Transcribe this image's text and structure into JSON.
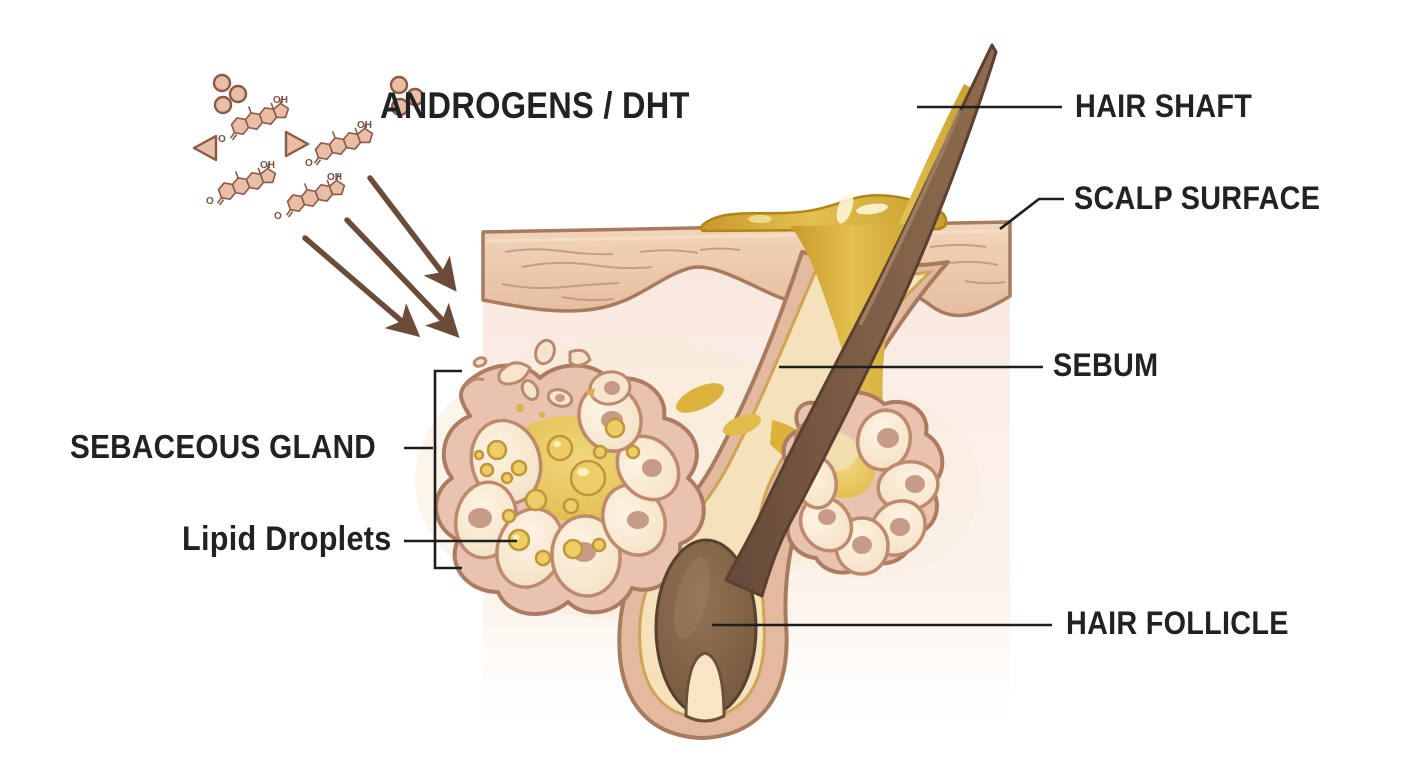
{
  "figure": {
    "type": "medical-illustration",
    "subject": "hair follicle and sebaceous gland cross-section under androgen stimulation",
    "labels": {
      "androgens_dht": "ANDROGENS / DHT",
      "hair_shaft": "HAIR SHAFT",
      "scalp_surface": "SCALP SURFACE",
      "sebum": "SEBUM",
      "sebaceous_gland": "SEBACEOUS GLAND",
      "lipid_droplets": "Lipid Droplets",
      "hair_follicle": "HAIR FOLLICLE"
    },
    "molecule": {
      "hydroxyl_label": "OH",
      "ketone_label": "O"
    },
    "palette": {
      "text": "#222222",
      "background": "#ffffff",
      "leader_line": "#1d1d1d",
      "arrow": "#6b4c39",
      "epidermis": "#ecc7aa",
      "skin_outline": "#a87a5e",
      "dermis": "#f9ebe2",
      "sebum": "#d9ad35",
      "sebum_highlight": "#f7ecc0",
      "hair": "#7a5a42",
      "hair_outline": "#5b4030",
      "follicle_sheath": "#e3baa0",
      "inner_sheath": "#f5e2ba",
      "gland_cell": "#f8e9d4",
      "gland_outline": "#ac7b60",
      "cell_outline": "#bd8a6e",
      "nucleus": "#c69c86",
      "lipid_droplet": "#eecd67",
      "lipid_droplet_outline": "#c1953a",
      "molecule_fill": "#e9bda6",
      "molecule_outline": "#8a5c47"
    }
  }
}
